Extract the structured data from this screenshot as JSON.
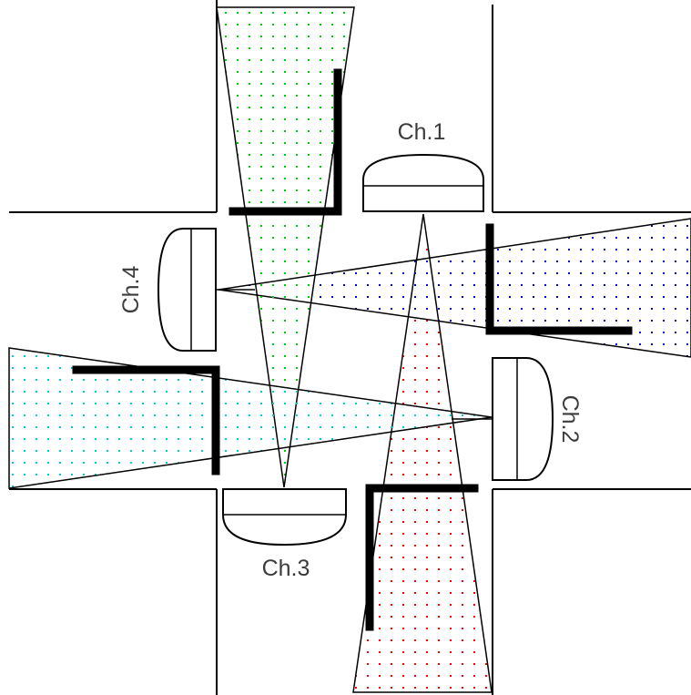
{
  "colors": {
    "background": "#ffffff",
    "outline": "#000000",
    "beam_ch1": "#ff0000",
    "beam_ch2": "#0000cc",
    "beam_ch3": "#00cc00",
    "beam_ch4": "#00cccc"
  },
  "sensors": {
    "ch1": {
      "label": "Ch.1"
    },
    "ch2": {
      "label": "Ch.2"
    },
    "ch3": {
      "label": "Ch.3"
    },
    "ch4": {
      "label": "Ch.4"
    }
  }
}
